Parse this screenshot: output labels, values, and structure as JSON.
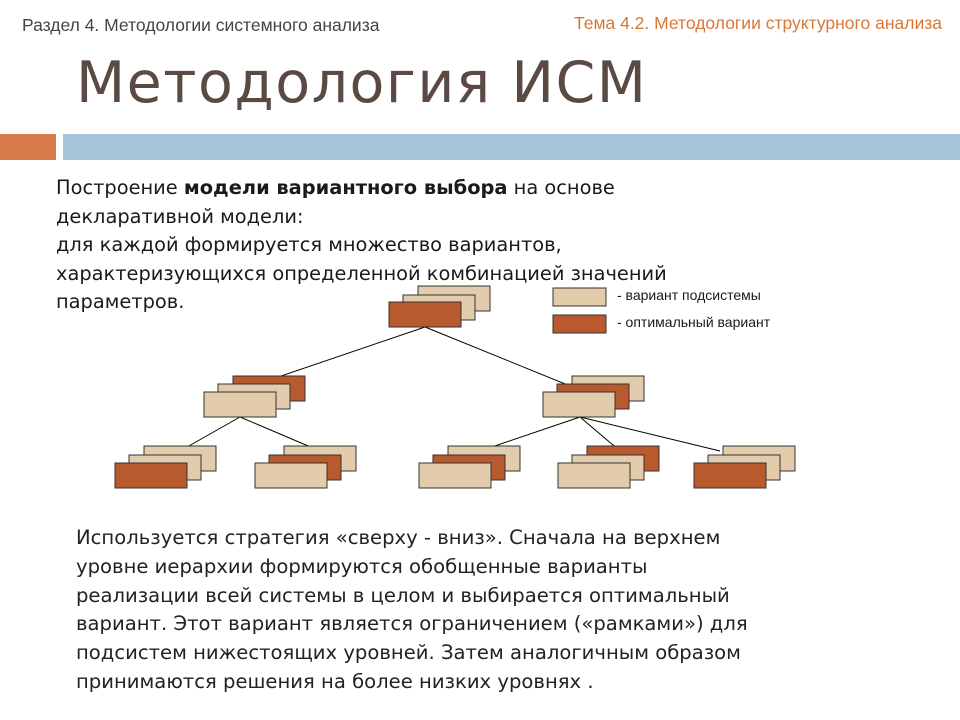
{
  "header": {
    "section": "Раздел 4. Методологии системного анализа",
    "topic": "Тема 4.2. Методологии структурного анализа"
  },
  "title": "Методология ИСМ",
  "intro": {
    "line1_a": "Построение ",
    "line1_bold": "модели вариантного выбора",
    "line1_b": " на основе",
    "line2": "декларативной модели:",
    "line3": "для каждой формируется множество вариантов,",
    "line4": "характеризующихся определенной комбинацией значений",
    "line5": "параметров."
  },
  "legend": {
    "variant_label": "- вариант подсистемы",
    "optimal_label": "- оптимальный вариант"
  },
  "colors": {
    "variant": "#e3ccab",
    "optimal": "#b85a2e",
    "title": "#5b4a43",
    "topic": "#d97738",
    "bar_orange": "#d97a4b",
    "bar_blue": "#a5c3d9"
  },
  "bottom": {
    "line1": "Используется стратегия «сверху - вниз». Сначала на верхнем",
    "line2": "уровне иерархии формируются обобщенные варианты",
    "line3": "реализации всей системы в целом и выбирается оптимальный",
    "line4": "вариант. Этот вариант является ограничением («рамками») для",
    "line5": "подсистем нижестоящих уровней. Затем аналогичным образом",
    "line6": "принимаются решения на более низких уровнях ."
  }
}
